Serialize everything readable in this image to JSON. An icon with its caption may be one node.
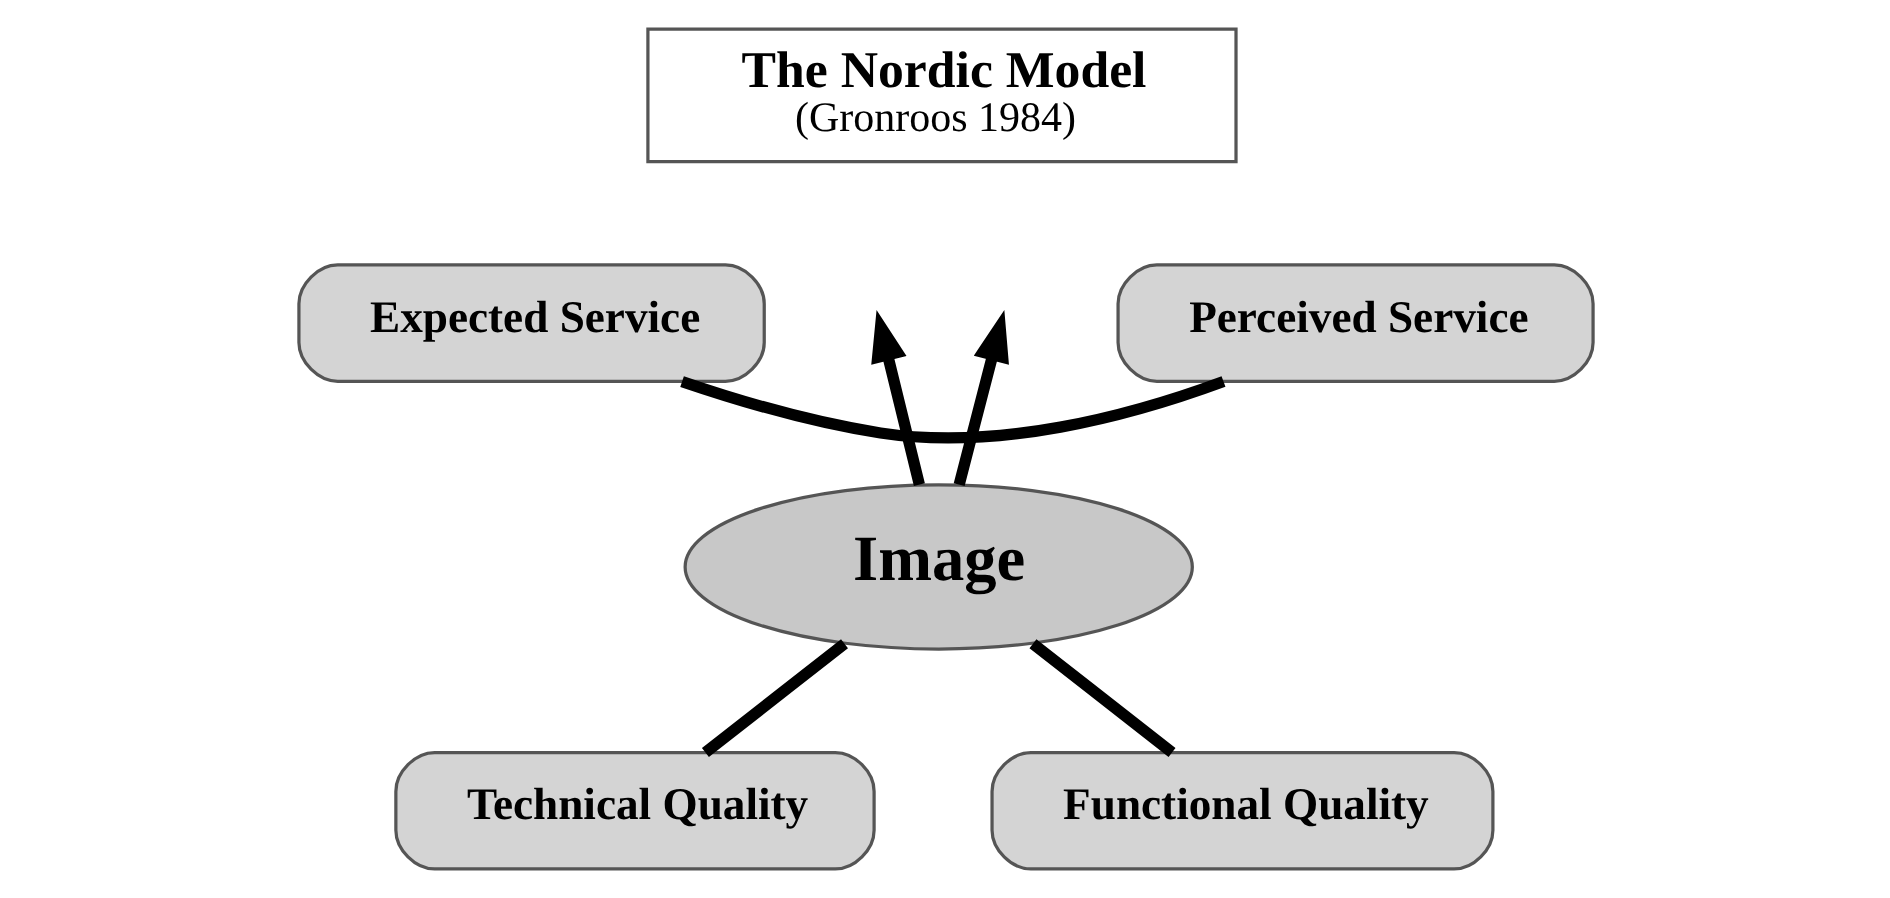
{
  "diagram": {
    "nodes": [
      {
        "text": [
          "The Nordic Model",
          "(Gronroos 1984)"
        ]
      },
      {
        "text": [
          "Expected Service"
        ]
      },
      {
        "text": [
          "Perceived Service"
        ]
      },
      {
        "text": [
          "Image"
        ]
      },
      {
        "text": [
          "Technical Quality"
        ]
      },
      {
        "text": [
          "Functional Quality"
        ]
      }
    ],
    "edges": [
      {
        "from": 1,
        "to": 2,
        "arrow": "none"
      },
      {
        "from": 3,
        "to": null,
        "arrow": "to"
      },
      {
        "from": 3,
        "to": null,
        "arrow": "to"
      },
      {
        "from": 4,
        "to": 3,
        "arrow": "none"
      },
      {
        "from": 5,
        "to": 3,
        "arrow": "none"
      }
    ]
  }
}
